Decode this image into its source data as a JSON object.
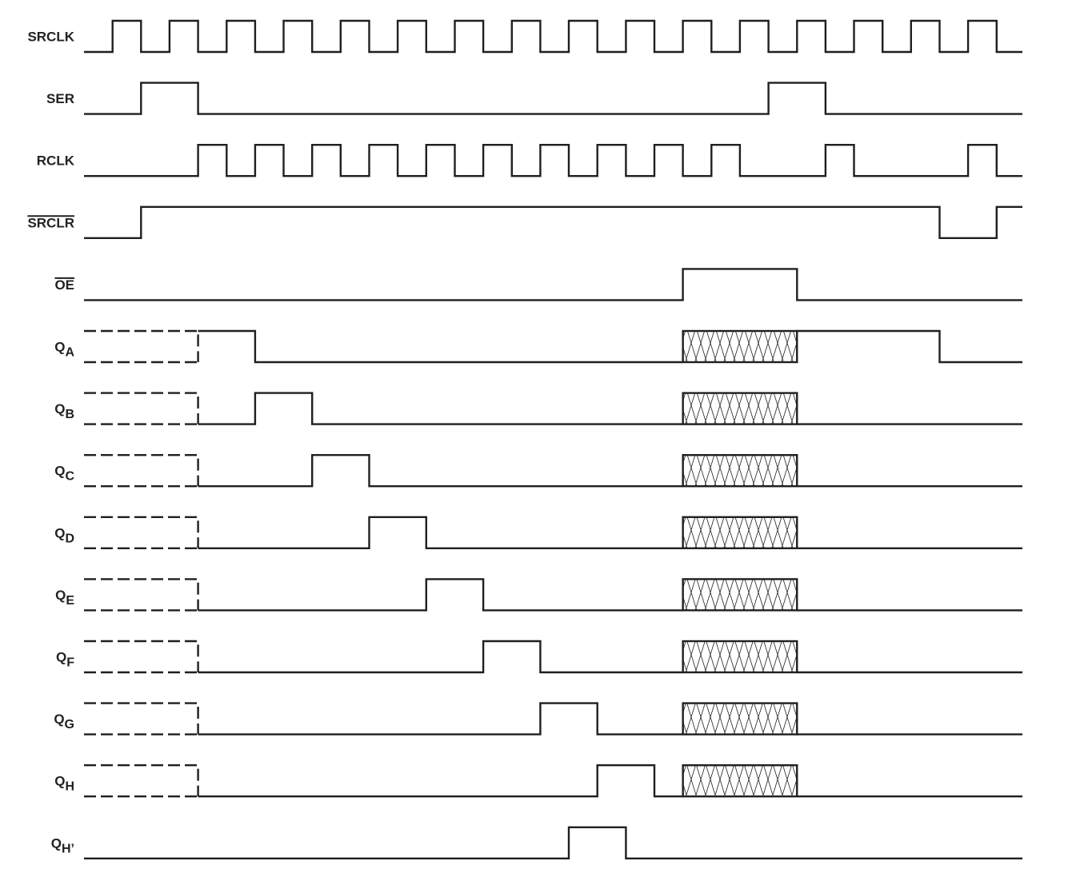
{
  "diagram": {
    "colors": {
      "line": "#1f1f1f",
      "background": "#ffffff"
    },
    "signals": [
      {
        "id": "srclk",
        "name": "SRCLK",
        "wave": [
          [
            0,
            0
          ],
          [
            1,
            1
          ],
          [
            2,
            0
          ],
          [
            3,
            1
          ],
          [
            4,
            0
          ],
          [
            5,
            1
          ],
          [
            6,
            0
          ],
          [
            7,
            1
          ],
          [
            8,
            0
          ],
          [
            9,
            1
          ],
          [
            10,
            0
          ],
          [
            11,
            1
          ],
          [
            12,
            0
          ],
          [
            13,
            1
          ],
          [
            14,
            0
          ],
          [
            15,
            1
          ],
          [
            16,
            0
          ],
          [
            17,
            1
          ],
          [
            18,
            0
          ],
          [
            19,
            1
          ],
          [
            20,
            0
          ],
          [
            21,
            1
          ],
          [
            22,
            0
          ],
          [
            23,
            1
          ],
          [
            24,
            0
          ],
          [
            25,
            1
          ],
          [
            26,
            0
          ],
          [
            27,
            1
          ],
          [
            28,
            0
          ],
          [
            29,
            1
          ],
          [
            30,
            0
          ],
          [
            31,
            1
          ],
          [
            32,
            0
          ]
        ]
      },
      {
        "id": "ser",
        "name": "SER",
        "wave": [
          [
            0,
            0
          ],
          [
            2,
            1
          ],
          [
            4,
            0
          ],
          [
            24,
            1
          ],
          [
            26,
            0
          ]
        ]
      },
      {
        "id": "rclk",
        "name": "RCLK",
        "wave": [
          [
            0,
            0
          ],
          [
            4,
            1
          ],
          [
            5,
            0
          ],
          [
            6,
            1
          ],
          [
            7,
            0
          ],
          [
            8,
            1
          ],
          [
            9,
            0
          ],
          [
            10,
            1
          ],
          [
            11,
            0
          ],
          [
            12,
            1
          ],
          [
            13,
            0
          ],
          [
            14,
            1
          ],
          [
            15,
            0
          ],
          [
            16,
            1
          ],
          [
            17,
            0
          ],
          [
            18,
            1
          ],
          [
            19,
            0
          ],
          [
            20,
            1
          ],
          [
            21,
            0
          ],
          [
            22,
            1
          ],
          [
            23,
            0
          ],
          [
            26,
            1
          ],
          [
            27,
            0
          ],
          [
            31,
            1
          ],
          [
            32,
            0
          ]
        ]
      },
      {
        "id": "srclr",
        "name": "SRCLR",
        "overbar": true,
        "wave": [
          [
            0,
            0
          ],
          [
            2,
            1
          ],
          [
            30,
            0
          ],
          [
            32,
            1
          ]
        ]
      },
      {
        "id": "oe",
        "name": "OE",
        "overbar": true,
        "wave": [
          [
            0,
            0
          ],
          [
            21,
            1
          ],
          [
            25,
            0
          ]
        ]
      },
      {
        "id": "qa",
        "name": "Q",
        "sub": "A",
        "wave": [
          [
            0,
            "u"
          ],
          [
            4,
            1
          ],
          [
            6,
            0
          ],
          [
            21,
            "z"
          ],
          [
            25,
            1
          ],
          [
            30,
            0
          ]
        ]
      },
      {
        "id": "qb",
        "name": "Q",
        "sub": "B",
        "wave": [
          [
            0,
            "u"
          ],
          [
            4,
            0
          ],
          [
            6,
            1
          ],
          [
            8,
            0
          ],
          [
            21,
            "z"
          ],
          [
            25,
            0
          ]
        ]
      },
      {
        "id": "qc",
        "name": "Q",
        "sub": "C",
        "wave": [
          [
            0,
            "u"
          ],
          [
            4,
            0
          ],
          [
            8,
            1
          ],
          [
            10,
            0
          ],
          [
            21,
            "z"
          ],
          [
            25,
            0
          ]
        ]
      },
      {
        "id": "qd",
        "name": "Q",
        "sub": "D",
        "wave": [
          [
            0,
            "u"
          ],
          [
            4,
            0
          ],
          [
            10,
            1
          ],
          [
            12,
            0
          ],
          [
            21,
            "z"
          ],
          [
            25,
            0
          ]
        ]
      },
      {
        "id": "qe",
        "name": "Q",
        "sub": "E",
        "wave": [
          [
            0,
            "u"
          ],
          [
            4,
            0
          ],
          [
            12,
            1
          ],
          [
            14,
            0
          ],
          [
            21,
            "z"
          ],
          [
            25,
            0
          ]
        ]
      },
      {
        "id": "qf",
        "name": "Q",
        "sub": "F",
        "wave": [
          [
            0,
            "u"
          ],
          [
            4,
            0
          ],
          [
            14,
            1
          ],
          [
            16,
            0
          ],
          [
            21,
            "z"
          ],
          [
            25,
            0
          ]
        ]
      },
      {
        "id": "qg",
        "name": "Q",
        "sub": "G",
        "wave": [
          [
            0,
            "u"
          ],
          [
            4,
            0
          ],
          [
            16,
            1
          ],
          [
            18,
            0
          ],
          [
            21,
            "z"
          ],
          [
            25,
            0
          ]
        ]
      },
      {
        "id": "qh",
        "name": "Q",
        "sub": "H",
        "wave": [
          [
            0,
            "u"
          ],
          [
            4,
            0
          ],
          [
            18,
            1
          ],
          [
            20,
            0
          ],
          [
            21,
            "z"
          ],
          [
            25,
            0
          ]
        ]
      },
      {
        "id": "qhp",
        "name": "Q",
        "sub": "H’",
        "wave": [
          [
            0,
            0
          ],
          [
            17,
            1
          ],
          [
            19,
            0
          ]
        ]
      }
    ]
  }
}
